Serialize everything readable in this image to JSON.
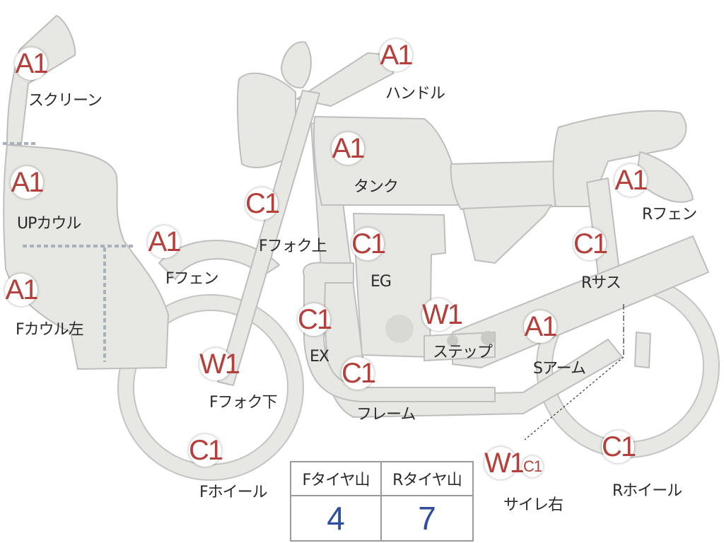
{
  "colors": {
    "part_fill": "#e7e7e3",
    "part_stroke": "#bebebe",
    "grade_text": "#b5403b",
    "tire_value": "#2f4f9e"
  },
  "parts": [
    {
      "id": "screen",
      "grade": "A1",
      "label": "スクリーン"
    },
    {
      "id": "handle",
      "grade": "A1",
      "label": "ハンドル"
    },
    {
      "id": "tank",
      "grade": "A1",
      "label": "タンク"
    },
    {
      "id": "up-cowl",
      "grade": "A1",
      "label": "UPカウル"
    },
    {
      "id": "r-fender",
      "grade": "A1",
      "label": "Rフェン"
    },
    {
      "id": "f-fork-upper",
      "grade": "C1",
      "label": "Fフォク上"
    },
    {
      "id": "eg",
      "grade": "C1",
      "label": "EG"
    },
    {
      "id": "f-fender",
      "grade": "A1",
      "label": "Fフェン"
    },
    {
      "id": "r-sus",
      "grade": "C1",
      "label": "Rサス"
    },
    {
      "id": "f-cowl-left",
      "grade": "A1",
      "label": "Fカウル左"
    },
    {
      "id": "step",
      "grade": "W1",
      "label": "ステップ"
    },
    {
      "id": "ex",
      "grade": "C1",
      "label": "EX"
    },
    {
      "id": "s-arm",
      "grade": "A1",
      "label": "Sアーム"
    },
    {
      "id": "f-fork-lower",
      "grade": "W1",
      "label": "Fフォク下"
    },
    {
      "id": "frame",
      "grade": "C1",
      "label": "フレーム"
    },
    {
      "id": "f-wheel",
      "grade": "C1",
      "label": "Fホイール"
    },
    {
      "id": "side-cover-r",
      "grade": "W1",
      "grade2": "C1",
      "label": "サイレ右"
    },
    {
      "id": "r-wheel",
      "grade": "C1",
      "label": "Rホイール"
    }
  ],
  "tire_table": {
    "headers": [
      "Fタイヤ山",
      "Rタイヤ山"
    ],
    "values": [
      "4",
      "7"
    ]
  }
}
